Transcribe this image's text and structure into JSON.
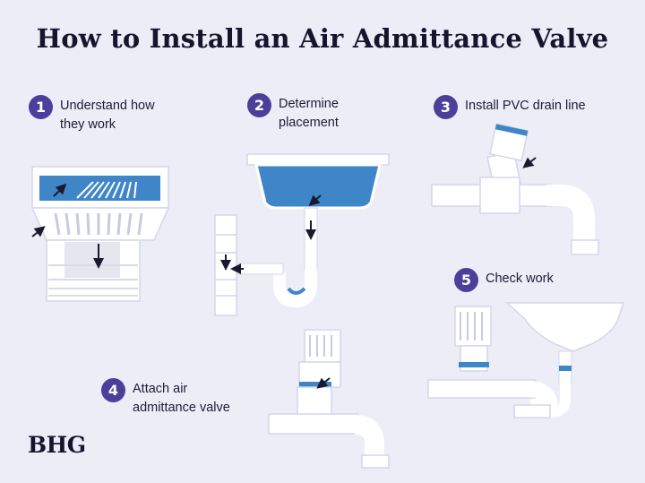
{
  "title": "How to Install an Air Admittance Valve",
  "steps": [
    {
      "number": "1",
      "lines": [
        "Understand how",
        "they work"
      ]
    },
    {
      "number": "2",
      "lines": [
        "Determine",
        "placement"
      ]
    },
    {
      "number": "3",
      "lines": [
        "Install PVC drain line"
      ]
    },
    {
      "number": "4",
      "lines": [
        "Attach air",
        "admittance valve"
      ]
    },
    {
      "number": "5",
      "lines": [
        "Check work"
      ]
    }
  ],
  "brand": "BHG",
  "colors": {
    "background": "#ededf7",
    "badge": "#4a3f9a",
    "water_blue": "#3f86c8",
    "pipe_white": "#ffffff",
    "pipe_shade": "#d4d6ea"
  }
}
